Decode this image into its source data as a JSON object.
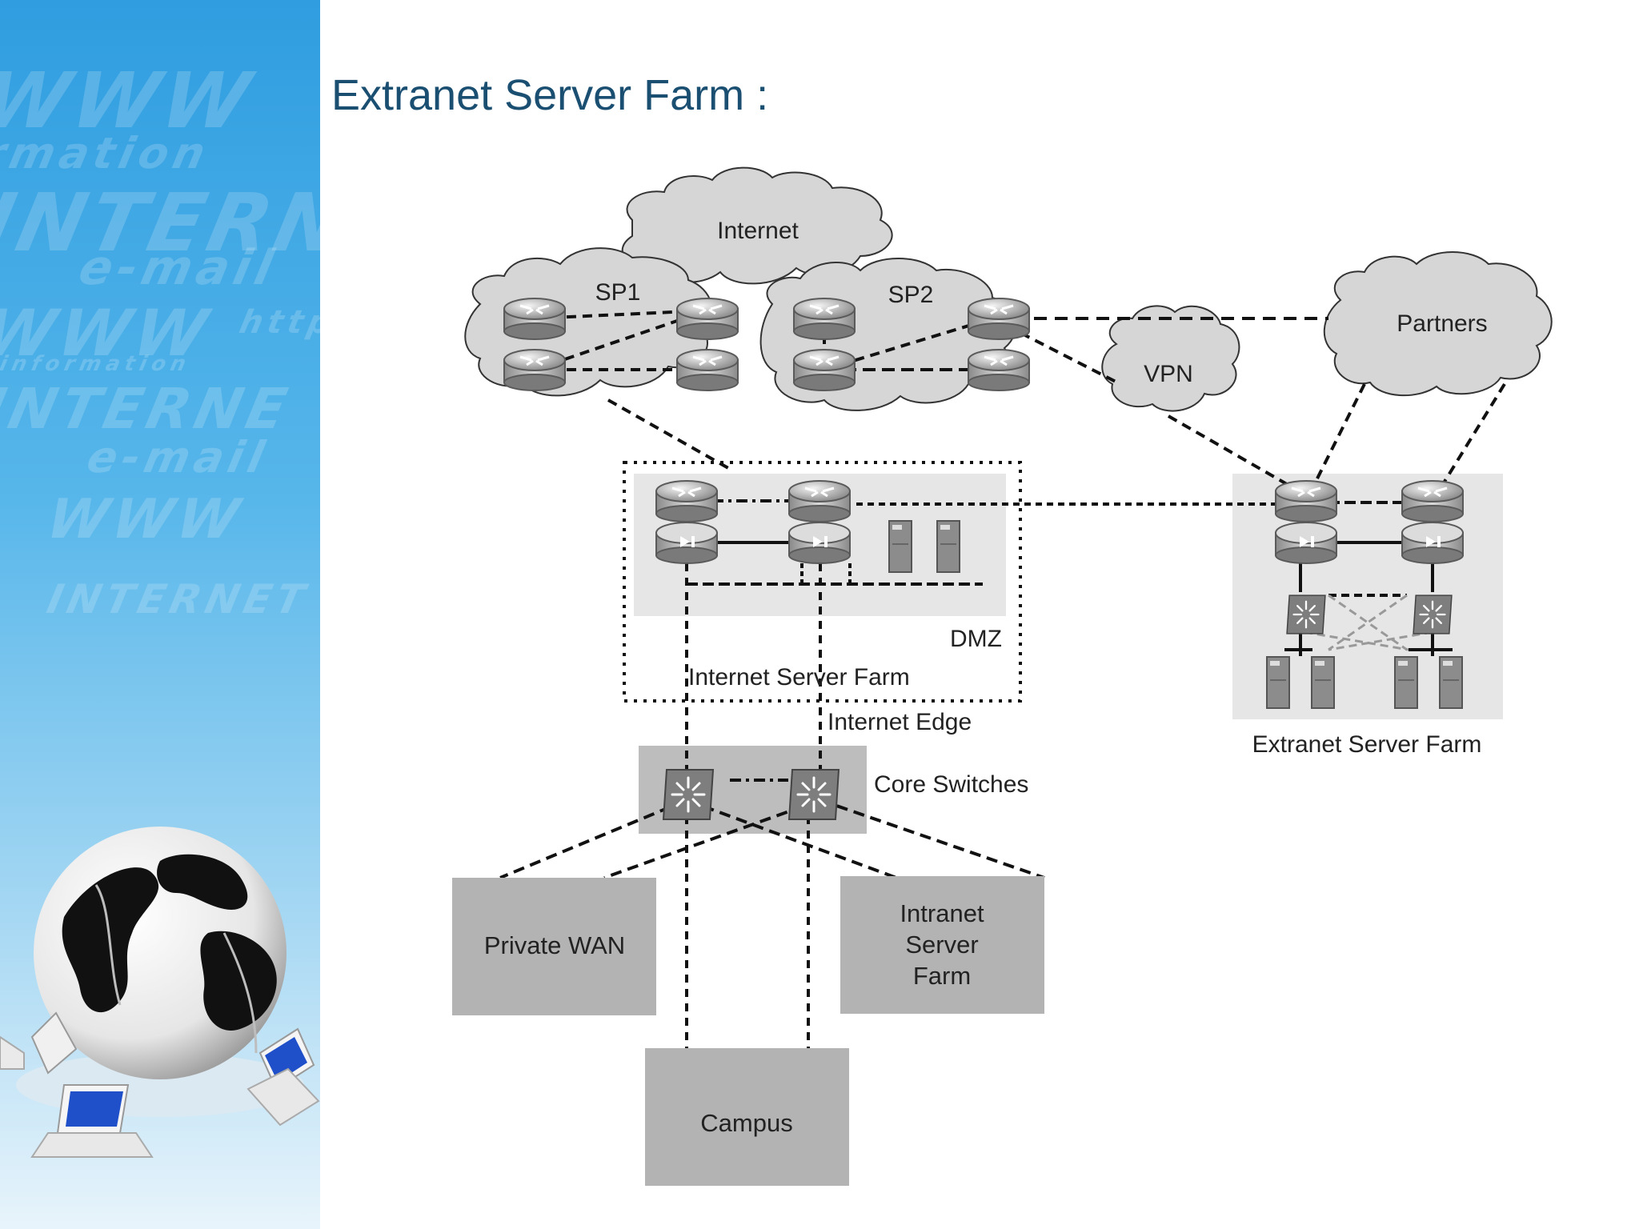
{
  "slide": {
    "title": "Extranet Server Farm :"
  },
  "sidebar": {
    "watermarks": [
      "WWW",
      "rmation",
      "INTERN",
      "e-mail",
      "WWW",
      "INTERNE",
      "e-mail",
      "WWW",
      "INTERNET",
      "http",
      "information"
    ]
  },
  "diagram": {
    "clouds": {
      "internet": "Internet",
      "sp1": "SP1",
      "sp2": "SP2",
      "vpn": "VPN",
      "partners": "Partners"
    },
    "zones": {
      "dmz": "DMZ",
      "internet_server_farm": "Internet Server Farm",
      "internet_edge": "Internet Edge",
      "core_switches": "Core Switches",
      "extranet_server_farm": "Extranet Server Farm"
    },
    "boxes": {
      "private_wan": "Private WAN",
      "intranet_line1": "Intranet",
      "intranet_line2": "Server",
      "intranet_line3": "Farm",
      "campus": "Campus"
    }
  },
  "colors": {
    "title": "#1a4f72",
    "sidebar_top": "#2f9de0",
    "cloud_fill": "#d4d4d4",
    "zone_fill": "#e6e6e6",
    "box_fill": "#b3b3b3",
    "device_fill": "#a8a8a8"
  }
}
